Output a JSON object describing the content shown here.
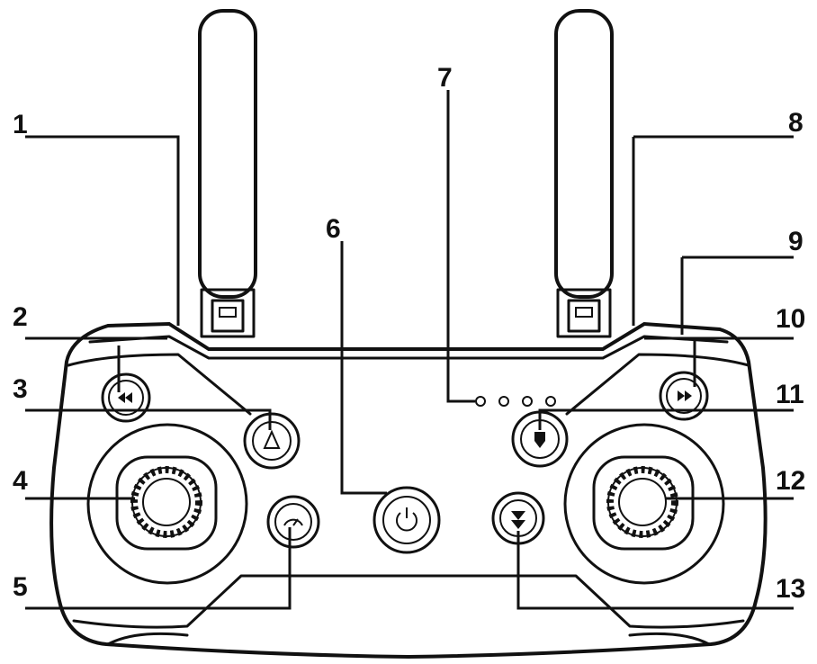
{
  "diagram": {
    "callouts": [
      {
        "id": "1",
        "label": "1"
      },
      {
        "id": "2",
        "label": "2"
      },
      {
        "id": "3",
        "label": "3"
      },
      {
        "id": "4",
        "label": "4"
      },
      {
        "id": "5",
        "label": "5"
      },
      {
        "id": "6",
        "label": "6"
      },
      {
        "id": "7",
        "label": "7"
      },
      {
        "id": "8",
        "label": "8"
      },
      {
        "id": "9",
        "label": "9"
      },
      {
        "id": "10",
        "label": "10"
      },
      {
        "id": "11",
        "label": "11"
      },
      {
        "id": "12",
        "label": "12"
      },
      {
        "id": "13",
        "label": "13"
      }
    ],
    "icons": {
      "left_shoulder": "rewind-icon",
      "right_shoulder": "fast-forward-icon",
      "left_top_button": "takeoff-icon",
      "right_top_button": "landing-icon",
      "center_button": "power-icon",
      "left_lower_button": "speed-icon",
      "right_lower_button": "headless-mode-icon"
    },
    "led_count": 4,
    "stroke_color": "#111111",
    "background_color": "#ffffff"
  }
}
